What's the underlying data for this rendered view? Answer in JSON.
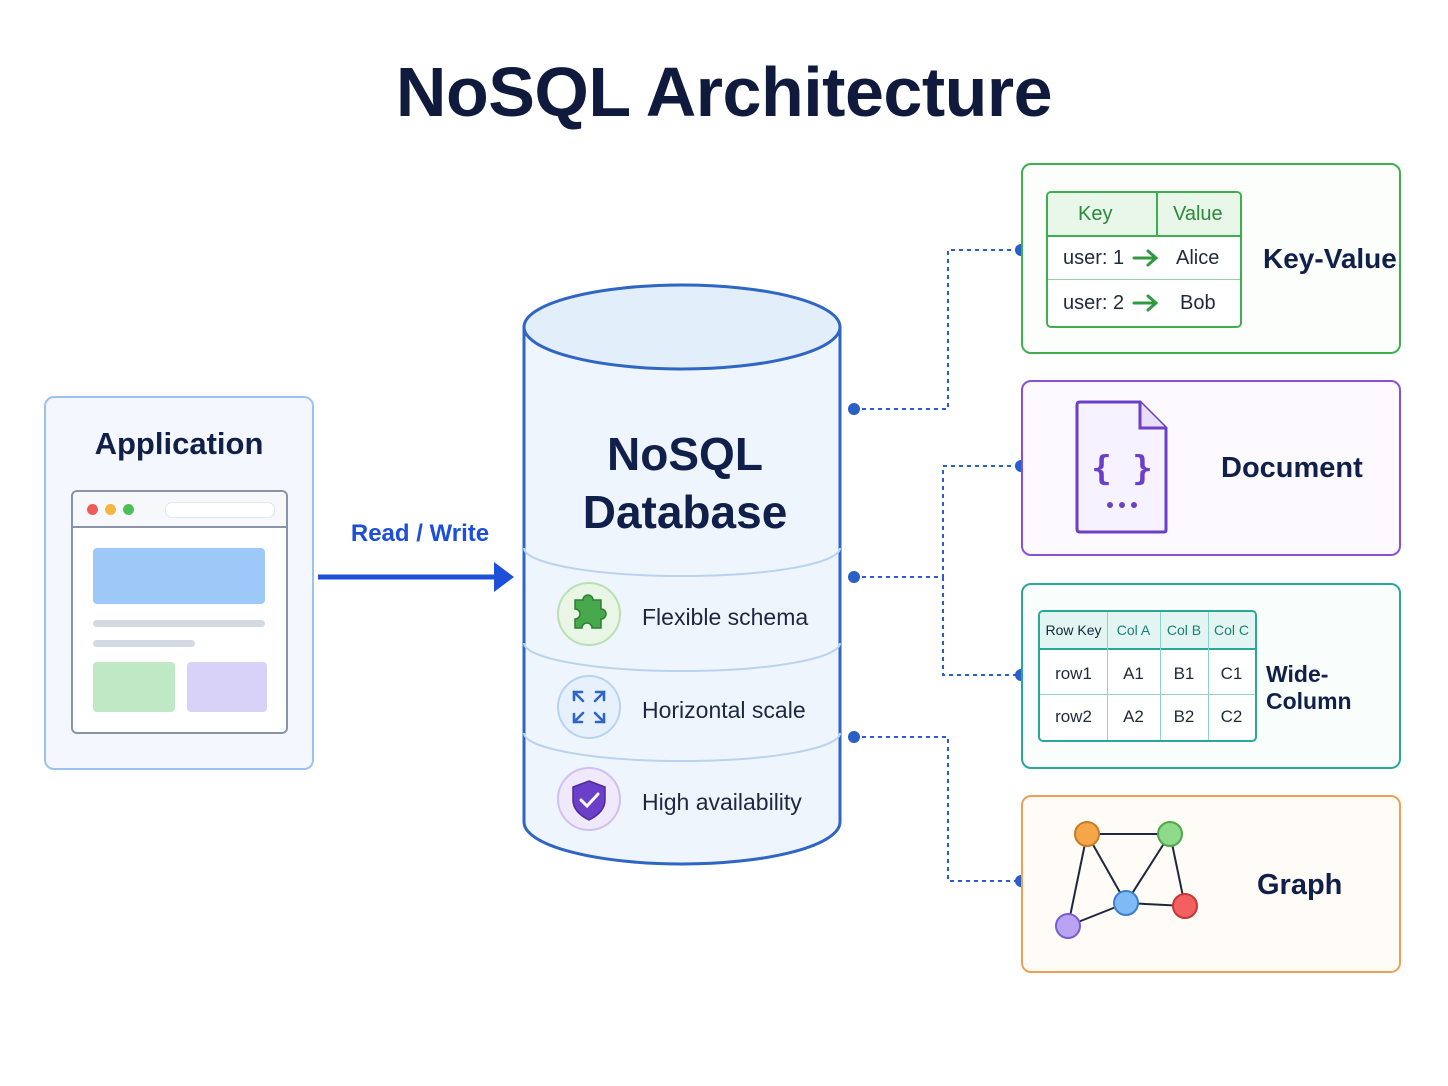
{
  "title": "NoSQL Architecture",
  "application": {
    "label": "Application"
  },
  "connection": {
    "label": "Read / Write"
  },
  "database": {
    "label_line1": "NoSQL",
    "label_line2": "Database",
    "features": [
      {
        "label": "Flexible schema",
        "icon": "puzzle-icon"
      },
      {
        "label": "Horizontal scale",
        "icon": "expand-arrows-icon"
      },
      {
        "label": "High availability",
        "icon": "shield-check-icon"
      }
    ]
  },
  "models": {
    "key_value": {
      "label": "Key-Value",
      "headers": [
        "Key",
        "Value"
      ],
      "rows": [
        {
          "key": "user: 1",
          "value": "Alice"
        },
        {
          "key": "user: 2",
          "value": "Bob"
        }
      ]
    },
    "document": {
      "label": "Document",
      "icon": "json-document-icon",
      "glyph": "{ }"
    },
    "wide_column": {
      "label": "Wide-Column",
      "headers": [
        "Row Key",
        "Col A",
        "Col B",
        "Col C"
      ],
      "rows": [
        [
          "row1",
          "A1",
          "B1",
          "C1"
        ],
        [
          "row2",
          "A2",
          "B2",
          "C2"
        ]
      ]
    },
    "graph": {
      "label": "Graph",
      "icon": "graph-network-icon"
    }
  },
  "colors": {
    "title": "#0f1a3c",
    "arrow": "#1d4fd8",
    "database_stroke": "#2f65c4",
    "key_value": "#3fae4f",
    "document": "#8b4fd6",
    "wide_column": "#2aa79b",
    "graph": "#f0a055"
  }
}
